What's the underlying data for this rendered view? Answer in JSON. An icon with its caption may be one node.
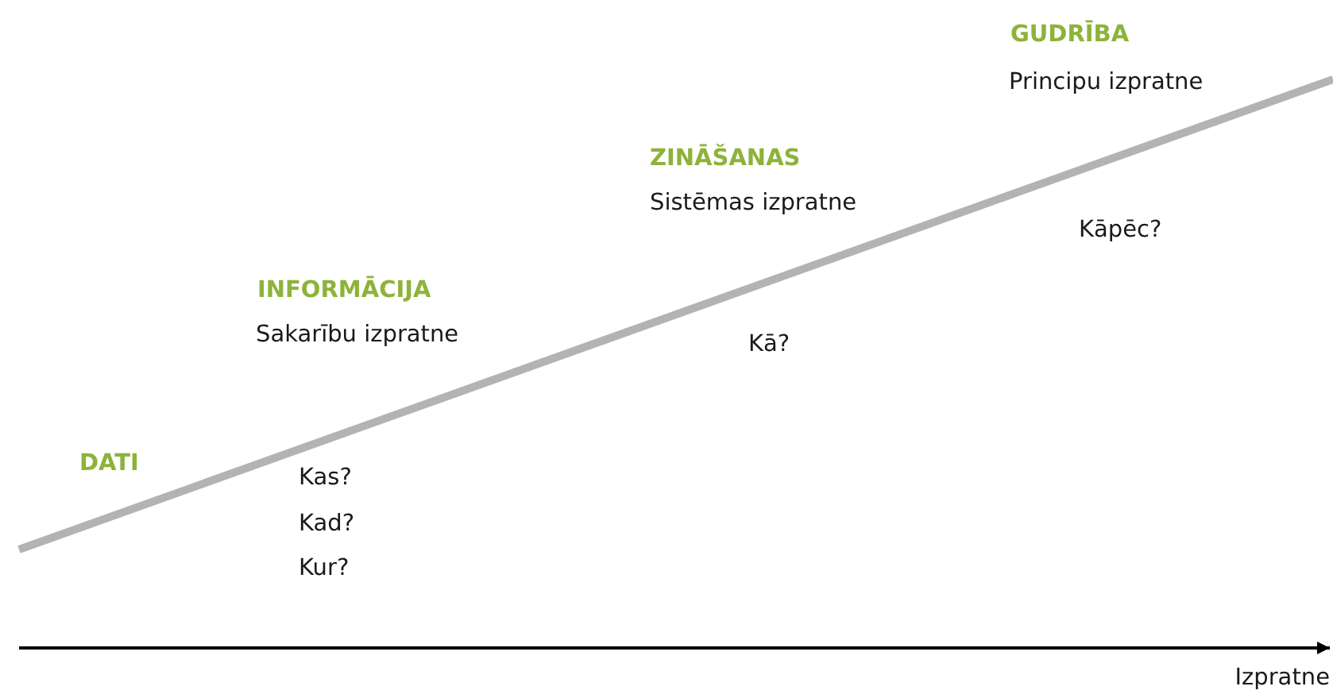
{
  "diagram": {
    "labels": [
      "GUDRĪBA",
      "Principu izpratne",
      "ZINĀŠANAS",
      "Sistēmas izpratne",
      "Kāpēc?",
      "INFORMĀCIJA",
      "Sakarību izpratne",
      "Kā?",
      "DATI",
      "Kas?",
      "Kad?",
      "Kur?",
      "Izpratne"
    ]
  }
}
